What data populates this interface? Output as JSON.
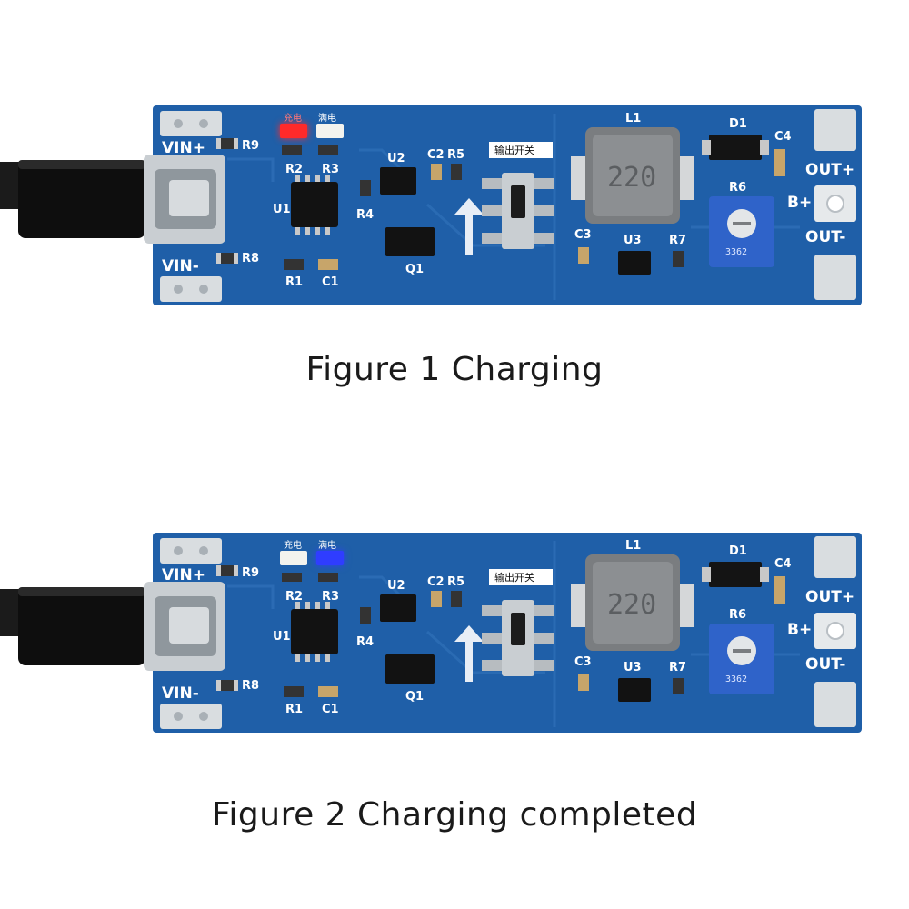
{
  "figures": [
    {
      "caption": "Figure 1 Charging",
      "led_charge_color": "#ff2a2a",
      "led_full_color": "#f3f3ee",
      "led_charge_lit": true,
      "led_full_lit": false
    },
    {
      "caption": "Figure 2 Charging completed",
      "led_charge_color": "#f3f3ee",
      "led_full_color": "#2f3dff",
      "led_charge_lit": false,
      "led_full_lit": true
    }
  ],
  "board": {
    "pcb_color": "#1f5fa8",
    "labels": {
      "vin_plus": "VIN+",
      "vin_minus": "VIN-",
      "out_plus": "OUT+",
      "out_minus": "OUT-",
      "b_plus": "B+",
      "led_charge": "充电",
      "led_full": "满电",
      "switch": "输出开关",
      "inductor_marking": "220",
      "pot_marking": "3362"
    },
    "refs": {
      "R9": "R9",
      "R8": "R8",
      "R2": "R2",
      "R3": "R3",
      "U1": "U1",
      "R1": "R1",
      "C1": "C1",
      "U2": "U2",
      "C2": "C2",
      "R5": "R5",
      "R4": "R4",
      "Q1": "Q1",
      "L1": "L1",
      "D1": "D1",
      "C4": "C4",
      "R6": "R6",
      "C3": "C3",
      "U3": "U3",
      "R7": "R7"
    }
  }
}
